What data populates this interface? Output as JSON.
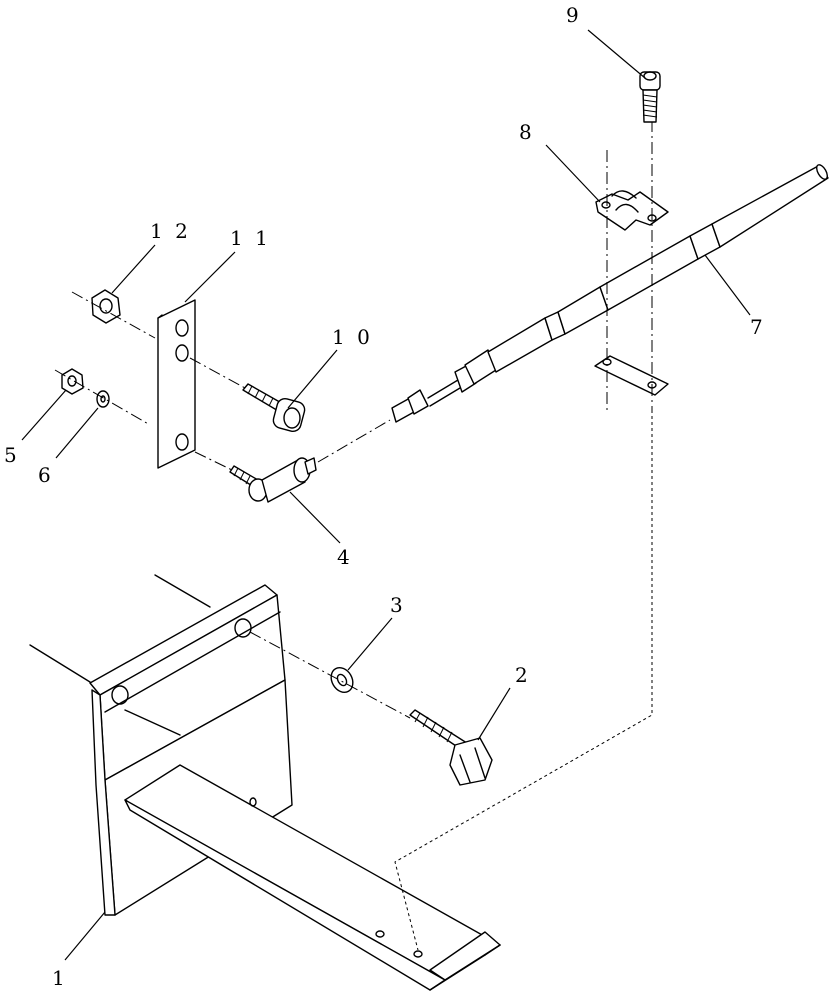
{
  "diagram": {
    "callouts": [
      {
        "id": "1",
        "text": "1"
      },
      {
        "id": "2",
        "text": "2"
      },
      {
        "id": "3",
        "text": "3"
      },
      {
        "id": "4",
        "text": "4"
      },
      {
        "id": "5",
        "text": "5"
      },
      {
        "id": "6",
        "text": "6"
      },
      {
        "id": "7",
        "text": "7"
      },
      {
        "id": "8",
        "text": "8"
      },
      {
        "id": "9",
        "text": "9"
      },
      {
        "id": "10",
        "text": "1 0"
      },
      {
        "id": "11",
        "text": "1 1"
      },
      {
        "id": "12",
        "text": "1 2"
      }
    ]
  }
}
